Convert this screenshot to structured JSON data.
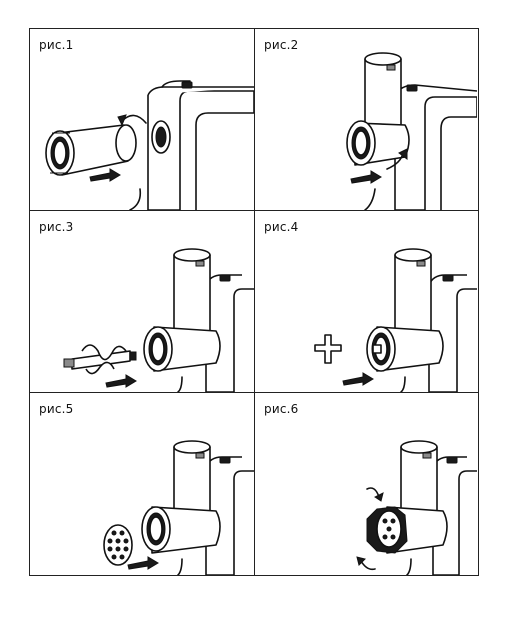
{
  "figures": [
    {
      "label": "рис.1"
    },
    {
      "label": "рис.2"
    },
    {
      "label": "рис.3"
    },
    {
      "label": "рис.4"
    },
    {
      "label": "рис.5"
    },
    {
      "label": "рис.6"
    }
  ]
}
